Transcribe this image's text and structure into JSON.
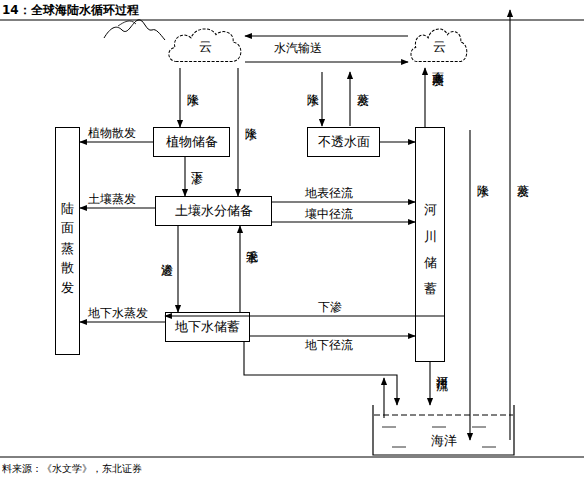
{
  "diagram": {
    "title": "14：全球海陆水循环过程",
    "caption": "料来源：《水文学》，东北证券",
    "nodes": [
      {
        "text": [
          "云"
        ]
      },
      {
        "text": [
          "云"
        ]
      },
      {
        "text": [
          "植物储备"
        ]
      },
      {
        "text": [
          "不透水面"
        ]
      },
      {
        "text": [
          "陆面蒸散发"
        ]
      },
      {
        "text": [
          "土壤水分储备"
        ]
      },
      {
        "text": [
          "河川储蓄"
        ]
      },
      {
        "text": [
          "地下水储蓄"
        ]
      },
      {
        "text": [
          "海洋"
        ]
      }
    ],
    "edges": [
      {
        "from": 1,
        "to": 0,
        "label": "水汽输送",
        "arrow": "to"
      },
      {
        "from": 0,
        "to": 1,
        "arrow": "to"
      },
      {
        "from": 0,
        "to": 2,
        "label": "降水",
        "arrow": "to"
      },
      {
        "from": 0,
        "to": 5,
        "label": "降水",
        "arrow": "to"
      },
      {
        "from": 6,
        "to": 1,
        "label": "水面蒸发",
        "arrow": "to"
      },
      {
        "from": 2,
        "to": 4,
        "label": "植物散发",
        "arrow": "to"
      },
      {
        "from": 2,
        "to": 5,
        "label": "下渗",
        "arrow": "to"
      },
      {
        "from": 3,
        "to": 6,
        "arrow": "to"
      },
      {
        "from": 5,
        "to": 4,
        "label": "土壤蒸发",
        "arrow": "to"
      },
      {
        "from": 5,
        "to": 6,
        "label": "地表径流",
        "arrow": "to"
      },
      {
        "from": 5,
        "to": 6,
        "label": "壤中径流",
        "arrow": "to"
      },
      {
        "from": 5,
        "to": 7,
        "label": "渗透",
        "arrow": "to"
      },
      {
        "from": 7,
        "to": 5,
        "label": "毛管水",
        "arrow": "to"
      },
      {
        "from": 7,
        "to": 4,
        "label": "地下水蒸发",
        "arrow": "to"
      },
      {
        "from": 6,
        "to": 7,
        "label": "下渗",
        "arrow": "to"
      },
      {
        "from": 7,
        "to": 6,
        "label": "地下径流",
        "arrow": "to"
      },
      {
        "from": 7,
        "to": 8,
        "arrow": "to"
      },
      {
        "from": 6,
        "to": 8,
        "label": "河川径流",
        "arrow": "to"
      }
    ],
    "labels": [
      "降水",
      "蒸发",
      "降水",
      "蒸发"
    ]
  }
}
